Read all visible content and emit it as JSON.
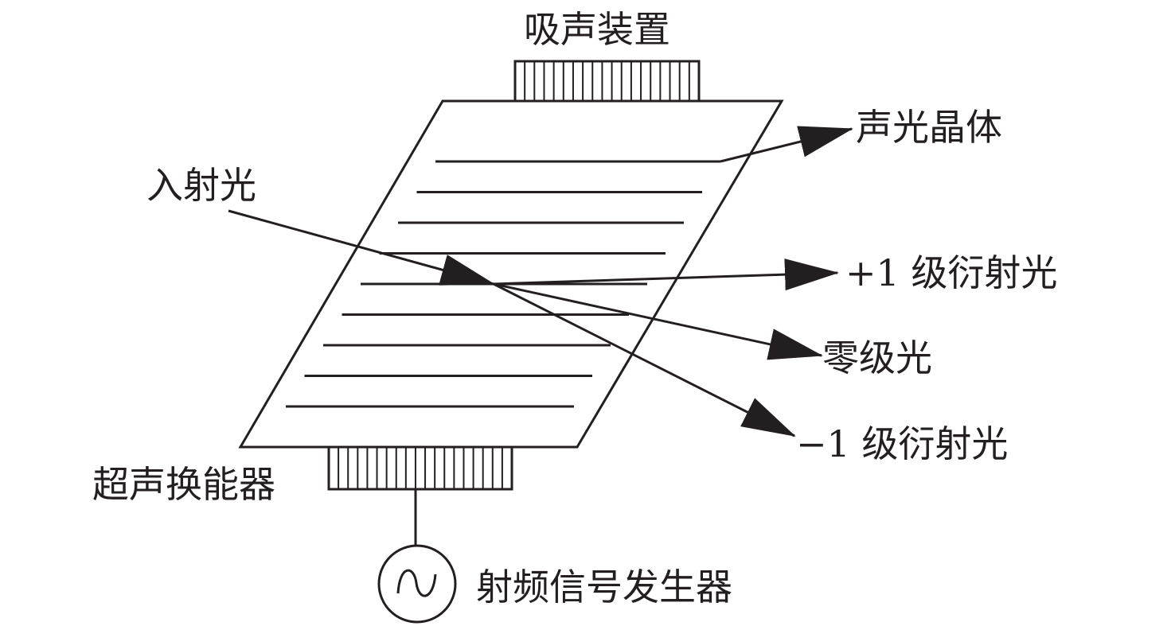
{
  "labels": {
    "absorber": "吸声装置",
    "crystal": "声光晶体",
    "incident": "入射光",
    "plus_first_order": "+1 级衍射光",
    "zero_order": "零级光",
    "minus_first_order": "−1 级衍射光",
    "transducer": "超声换能器",
    "rf_generator": "射频信号发生器"
  },
  "colors": {
    "stroke": "#231f20",
    "background": "#ffffff"
  },
  "icons": {
    "rf_source": "ac-sine-source-icon"
  }
}
